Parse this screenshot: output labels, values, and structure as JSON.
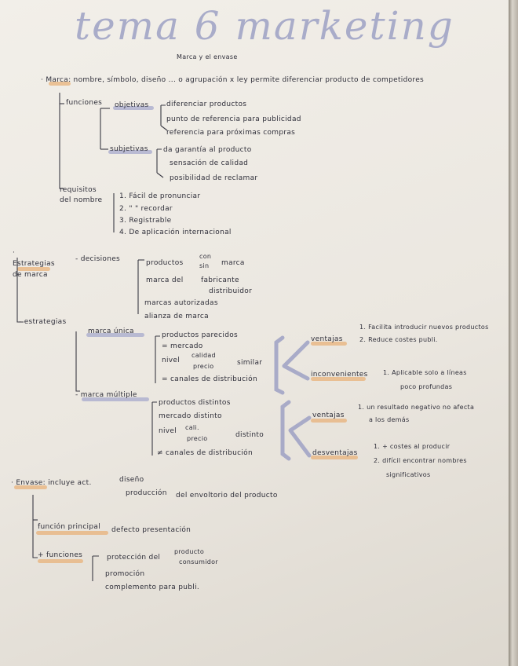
{
  "title": "tema 6 marketing",
  "subtitle": "Marca y el envase",
  "marca": {
    "def": "· Marca: nombre, símbolo, diseño ... o agrupación x ley permite diferenciar producto de competidores",
    "funciones": "funciones",
    "objetivas": "objetivas",
    "obj_items": [
      "diferenciar productos",
      "punto de referencia para publicidad",
      "referencia para próximas compras"
    ],
    "subjetivas": "subjetivas",
    "subj_items": [
      "da garantía al producto",
      "sensación de calidad",
      "posibilidad de reclamar"
    ],
    "requisitos": "requisitos del nombre",
    "req_items": [
      "1. Fácil de pronunciar",
      "2. \"    \" recordar",
      "3. Registrable",
      "4. De aplicación internacional"
    ]
  },
  "estrategias": {
    "title": "· Estrategias de marca",
    "decisiones": "- decisiones",
    "productos": "productos",
    "con_sin": [
      "con",
      "sin"
    ],
    "marca_word": "marca",
    "marca_del": "marca del",
    "fab_dist": [
      "fabricante",
      "distribuidor"
    ],
    "marcas_aut": "marcas autorizadas",
    "alianza": "alianza de marca",
    "estr": "- estrategias",
    "unica": "marca única",
    "unica_items": [
      "productos parecidos",
      "= mercado",
      "nivel",
      "= canales de distribución"
    ],
    "nivel_sub": [
      "calidad",
      "precio"
    ],
    "similar": "similar",
    "multiple": "- marca múltiple",
    "mult_items": [
      "productos distintos",
      "mercado distinto",
      "nivel",
      "≠ canales de distribución"
    ],
    "nivel_sub2": [
      "cali.",
      "precio"
    ],
    "distinto": "distinto",
    "ventajas": "ventajas",
    "v1": [
      "1. Facilita introducir nuevos productos",
      "2. Reduce costes publi."
    ],
    "inconvenientes": "inconvenientes",
    "i1": [
      "1. Aplicable solo a líneas",
      "poco profundas"
    ],
    "ventajas2": "ventajas",
    "v2": [
      "1. un resultado negativo no afecta",
      "a los demás"
    ],
    "desventajas": "desventajas",
    "d2": [
      "1. + costes al producir",
      "2. difícil encontrar nombres",
      "significativos"
    ]
  },
  "envase": {
    "def": "· Envase: incluye act.",
    "dis_prod": [
      "diseño",
      "producción"
    ],
    "envoltorio": "del envoltorio del producto",
    "principal": "función principal",
    "principal_val": "defecto presentación",
    "funciones": "+ funciones",
    "proteccion": "protección del",
    "prot_sub": [
      "producto",
      "consumidor"
    ],
    "promocion": "promoción",
    "complemento": "complemento para publi."
  }
}
